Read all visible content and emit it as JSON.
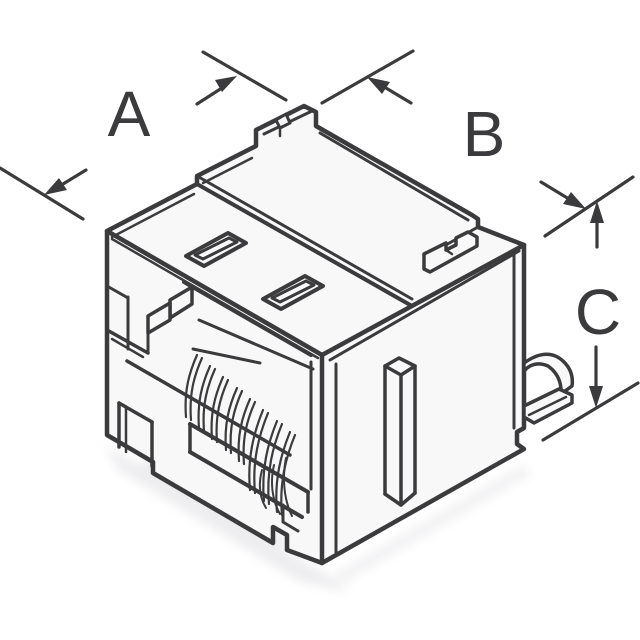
{
  "drawing": {
    "kind": "isometric technical line drawing",
    "subject": "modular jack connector (RJ45 style) with contact fan, shield tabs, board post and mounting clip"
  },
  "dimension_labels": {
    "A": "A",
    "B": "B",
    "C": "C"
  },
  "colors": {
    "background": "#ffffff",
    "line": "#3b3b3d",
    "face": "#f8f8f9",
    "shadow": "#dfdfe3"
  }
}
